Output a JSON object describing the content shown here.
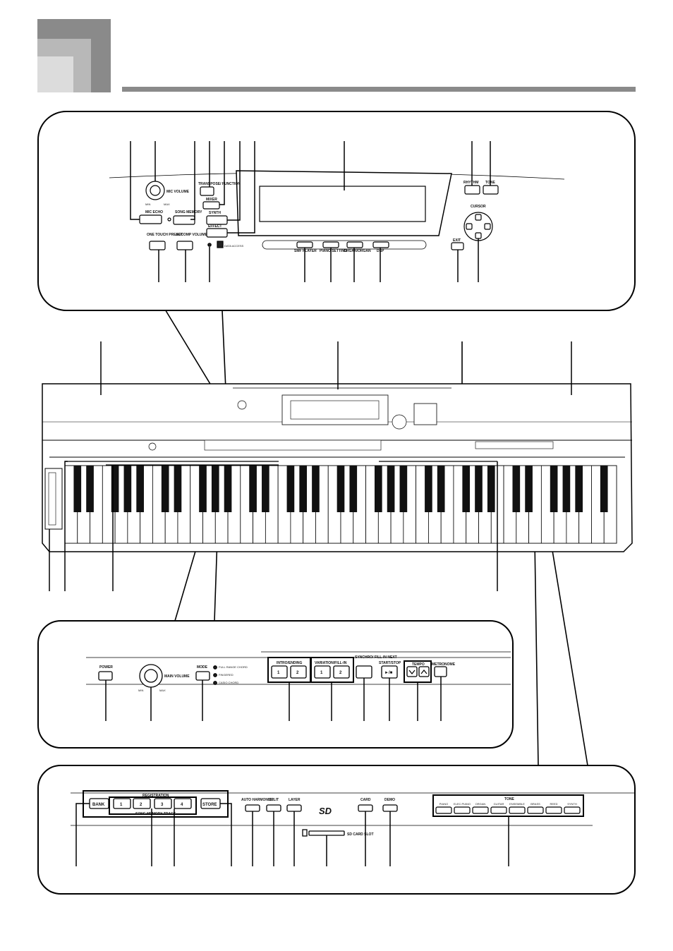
{
  "top_panel": {
    "mic_volume": "MIC VOLUME",
    "min": "MIN",
    "max": "MAX",
    "mic_echo": "MIC ECHO",
    "transpose_function": "TRANSPOSE/ FUNCTION",
    "mixer": "MIXER",
    "song_memory": "SONG MEMORY",
    "synth": "SYNTH",
    "effect": "EFFECT",
    "one_touch_preset": "ONE TOUCH PRESET",
    "accomp_volume": "ACCOMP VOLUME",
    "data_access": "DATA ACCESS",
    "smf_player": "SMF PLAYER",
    "piano_setting": "PIANO SETTING",
    "organ_organ": "ORGAN/ORGAN",
    "dsp": "DSP",
    "rhythm": "RHYTHM",
    "tone": "TONE",
    "cursor": "CURSOR",
    "exit": "EXIT"
  },
  "mid_panel": {
    "power": "POWER",
    "main_volume": "MAIN VOLUME",
    "min": "MIN",
    "max": "MAX",
    "mode": "MODE",
    "mode_full_range": "FULL RANGE CHORD",
    "mode_fingered": "FINGERED",
    "mode_casio": "CASIO CHORD",
    "intro_ending": "INTRO/ENDING",
    "variation_fill_in": "VARIATION/FILL-IN",
    "synchro_fill_in_next": "SYNCHRO/ FILL-IN NEXT",
    "start_stop": "START/STOP",
    "start_stop_symbol": "►/■",
    "tempo": "TEMPO",
    "metronome": "METRONOME",
    "btn_1": "1",
    "btn_2": "2"
  },
  "bottom_panel": {
    "registration": "REGISTRATION",
    "bank": "BANK",
    "store": "STORE",
    "reg_1": "1",
    "reg_2": "2",
    "reg_3": "3",
    "reg_4": "4",
    "song_memory_track": "SONG MEMORY TRACK",
    "auto_harmonize": "AUTO HARMONIZE",
    "split": "SPLIT",
    "layer": "LAYER",
    "sd_logo": "SD",
    "sd_card_slot": "SD CARD SLOT",
    "card": "CARD",
    "demo": "DEMO",
    "tone": "TONE",
    "tone_buttons": [
      "PIANO",
      "ELEC.PIANO",
      "ORGAN",
      "GUITAR",
      "ENSEMBLE",
      "BRASS",
      "REED",
      "SYNTH"
    ]
  }
}
